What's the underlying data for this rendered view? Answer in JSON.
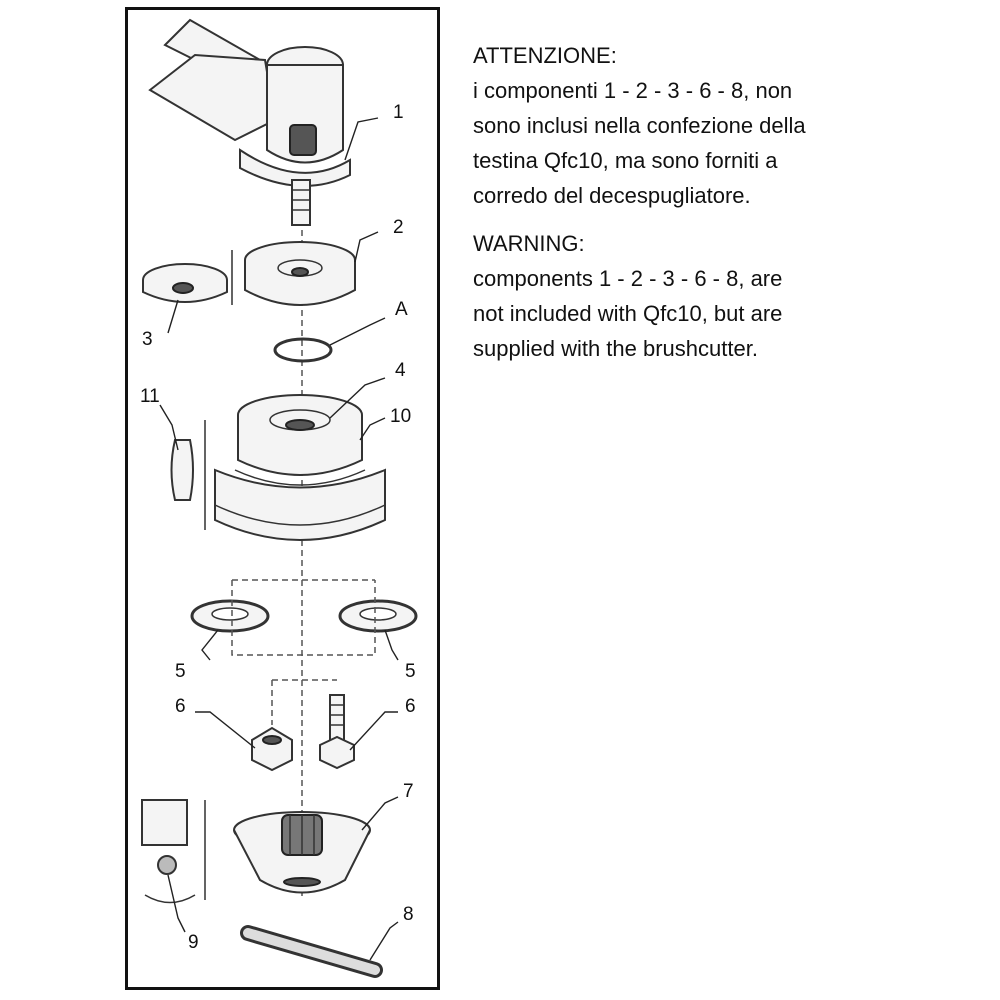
{
  "notes": {
    "italian_heading": "ATTENZIONE:",
    "italian_body": "i componenti 1 - 2 - 3 - 6 - 8, non\nsono inclusi nella confezione della\ntestina Qfc10, ma sono forniti a\ncorredo del decespugliatore.",
    "english_heading": "WARNING:",
    "english_body": "components 1 - 2 - 3 - 6 - 8, are\nnot included with Qfc10, but are\nsupplied with the brushcutter."
  },
  "part_labels": {
    "p1": "1",
    "p2": "2",
    "p3": "3",
    "pA": "A",
    "p4": "4",
    "p10": "10",
    "p11": "11",
    "p5_left": "5",
    "p5_right": "5",
    "p6_left": "6",
    "p6_right": "6",
    "p7": "7",
    "p8": "8",
    "p9": "9"
  }
}
